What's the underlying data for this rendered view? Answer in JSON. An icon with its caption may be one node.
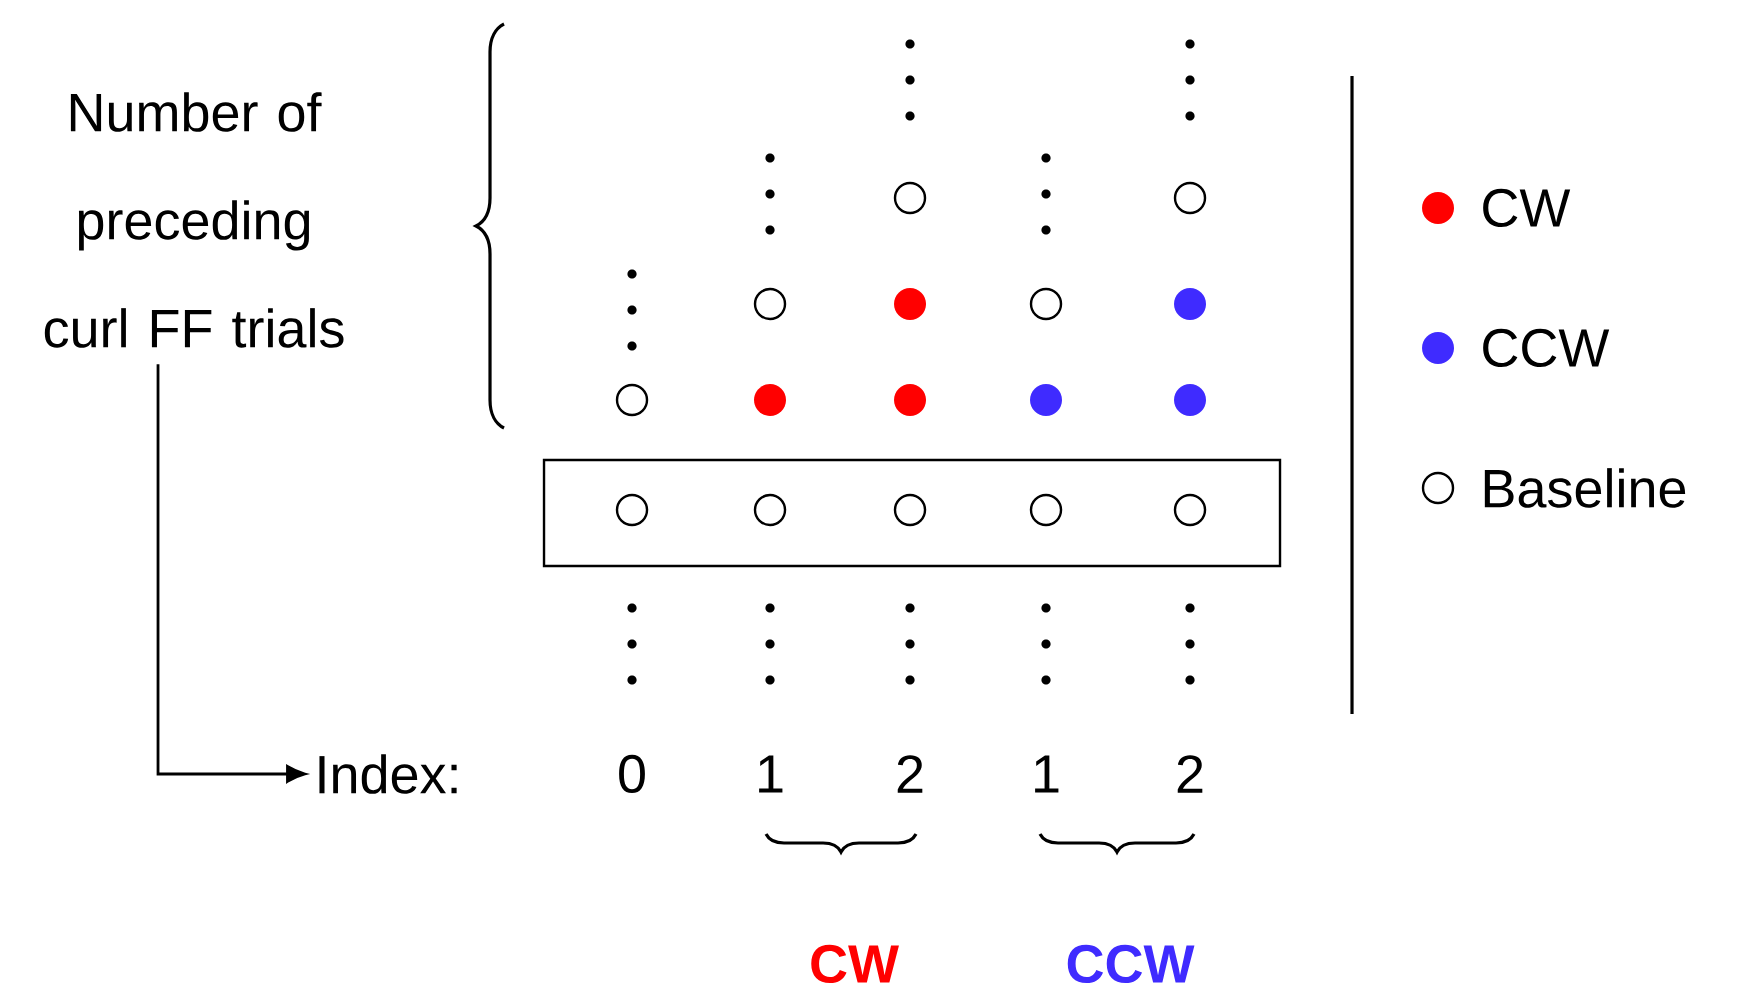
{
  "diagram": {
    "nodes": [
      {
        "text": [
          "Number of preceding curl FF trials"
        ]
      },
      {
        "text": [
          "Index:"
        ]
      }
    ],
    "edges": [
      {
        "from": 0,
        "to": 1,
        "arrow": "to"
      }
    ],
    "labels": [
      "0",
      "1",
      "2",
      "1",
      "2",
      "CW",
      "CCW"
    ],
    "legend": [
      {
        "text": "CW",
        "color": "#ff0000"
      },
      {
        "text": "CCW",
        "color": "#3f2bff"
      },
      {
        "text": "Baseline"
      }
    ]
  }
}
